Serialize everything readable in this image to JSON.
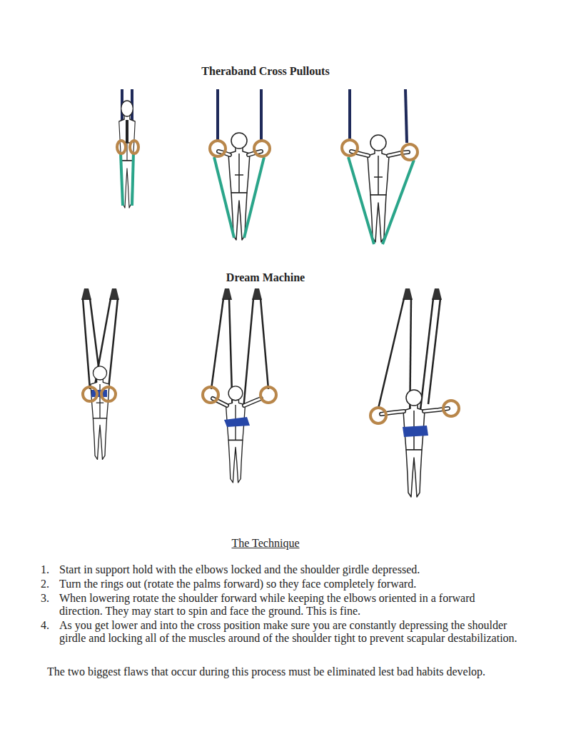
{
  "diagram": {
    "labels": [
      "Theraband Cross Pullouts",
      "Dream Machine",
      "The Technique",
      "1.",
      "Start in support hold with the elbows locked and the shoulder girdle depressed.",
      "2.",
      "Turn the rings out (rotate the palms forward) so they face completely forward.",
      "3.",
      "When lowering rotate the shoulder forward while keeping the elbows oriented in a forward direction. They may start to spin and face the ground. This is fine.",
      "4.",
      "As you get lower and into the cross position make sure you are constantly depressing the shoulder girdle and locking all of the muscles around of the shoulder tight to prevent scapular destabilization.",
      "The two biggest flaws that occur during this process must be eliminated lest bad habits develop."
    ]
  }
}
